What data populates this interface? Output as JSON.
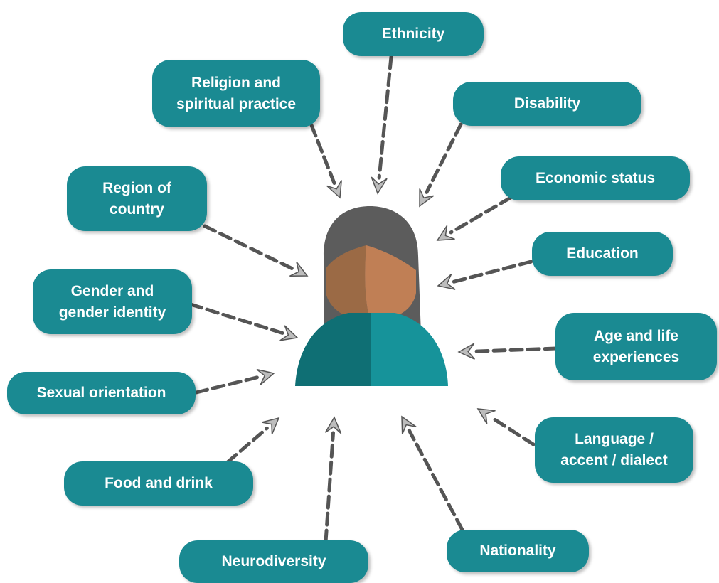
{
  "center_person": {
    "icon": "person-icon",
    "colors": {
      "hair": "#5c5c5c",
      "face_left": "#9b6a45",
      "face_right": "#c07f55",
      "body_left": "#0f6f74",
      "body_right": "#16939a"
    }
  },
  "labels": [
    {
      "id": "ethnicity",
      "lines": [
        "Ethnicity"
      ]
    },
    {
      "id": "religion",
      "lines": [
        "Religion and",
        "spiritual practice"
      ]
    },
    {
      "id": "disability",
      "lines": [
        "Disability"
      ]
    },
    {
      "id": "economic",
      "lines": [
        "Economic status"
      ]
    },
    {
      "id": "region",
      "lines": [
        "Region of",
        "country"
      ]
    },
    {
      "id": "education",
      "lines": [
        "Education"
      ]
    },
    {
      "id": "gender",
      "lines": [
        "Gender and",
        "gender identity"
      ]
    },
    {
      "id": "age",
      "lines": [
        "Age and life",
        "experiences"
      ]
    },
    {
      "id": "sexual",
      "lines": [
        "Sexual orientation"
      ]
    },
    {
      "id": "language",
      "lines": [
        "Language /",
        "accent / dialect"
      ]
    },
    {
      "id": "food",
      "lines": [
        "Food and drink"
      ]
    },
    {
      "id": "nationality",
      "lines": [
        "Nationality"
      ]
    },
    {
      "id": "neuro",
      "lines": [
        "Neurodiversity"
      ]
    }
  ],
  "colors": {
    "box_fill": "#1a8a92",
    "box_text": "#ffffff",
    "arrow_stroke": "#555555",
    "arrow_head_fill": "#bdbdbd"
  }
}
